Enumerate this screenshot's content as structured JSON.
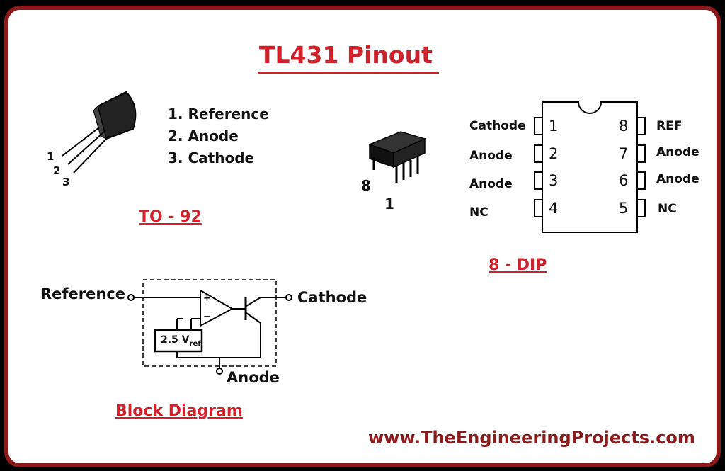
{
  "title": "TL431 Pinout",
  "to92": {
    "pins": [
      "1. Reference",
      "2. Anode",
      "3. Cathode"
    ],
    "leg_numbers": [
      "1",
      "2",
      "3"
    ],
    "caption": "TO - 92"
  },
  "dip": {
    "pkg_pin_left": "8",
    "pkg_pin_bottom": "1",
    "left_labels": [
      "Cathode",
      "Anode",
      "Anode",
      "NC"
    ],
    "left_numbers": [
      "1",
      "2",
      "3",
      "4"
    ],
    "right_numbers": [
      "8",
      "7",
      "6",
      "5"
    ],
    "right_labels": [
      "REF",
      "Anode",
      "Anode",
      "NC"
    ],
    "caption": "8 - DIP"
  },
  "block": {
    "reference": "Reference",
    "cathode": "Cathode",
    "anode": "Anode",
    "vref_main": "2.5 V",
    "vref_sub": "ref",
    "plus": "+",
    "minus": "−",
    "caption": "Block Diagram"
  },
  "footer": "www.TheEngineeringProjects.com",
  "colors": {
    "accent": "#d0202a",
    "frame": "#8b1a1a"
  }
}
